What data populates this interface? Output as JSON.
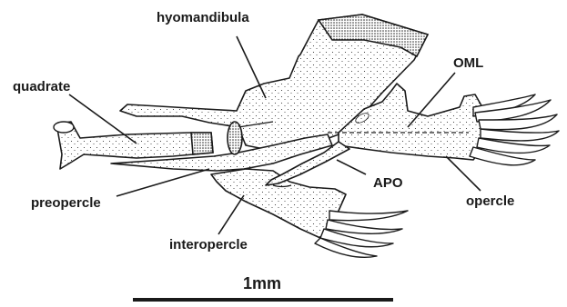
{
  "labels": {
    "hyomandibula": "hyomandibula",
    "quadrate": "quadrate",
    "oml": "OML",
    "preopercle": "preopercle",
    "apo": "APO",
    "opercle": "opercle",
    "interopercle": "interopercle"
  },
  "scale_bar": {
    "label": "1mm"
  },
  "colors": {
    "ink": "#1a1a1a",
    "background": "#ffffff"
  }
}
